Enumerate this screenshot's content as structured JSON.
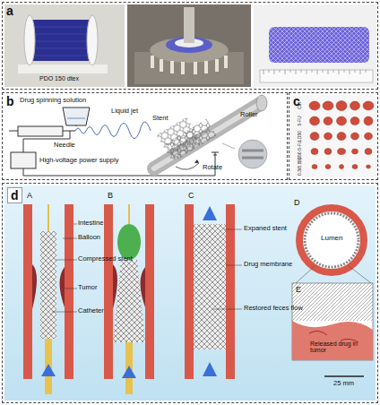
{
  "diagram": {
    "nodes": [
      {
        "text": [
          "a"
        ]
      },
      {
        "text": [
          "b"
        ]
      },
      {
        "text": [
          "c"
        ]
      },
      {
        "text": [
          "d"
        ]
      }
    ],
    "labels": [
      "PDO 150 dtex",
      "Drug spinning solution",
      "Liquid jet",
      "Needle",
      "High-voltage power supply",
      "Stent",
      "Roller",
      "Rotate",
      "Ctrl",
      "5-FU",
      "LD50",
      "LD50-5-FU",
      "0.3/0.5%",
      "A",
      "Intestine",
      "Balloon",
      "Compressed stent",
      "Tumor",
      "Catheter",
      "B",
      "C",
      "Expaned stent",
      "Drug membrane",
      "Restored feces flow",
      "D",
      "Lumen",
      "E",
      "Released drug in tumor",
      "25 mm"
    ]
  }
}
